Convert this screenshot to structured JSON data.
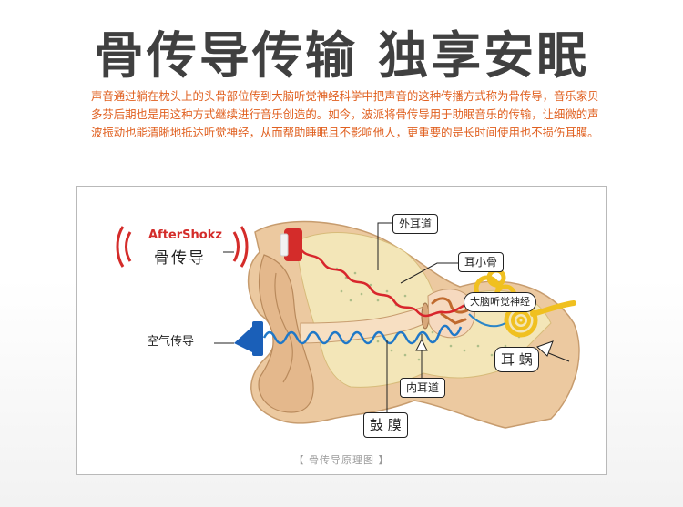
{
  "headline": "骨传导传输 独享安眠",
  "intro": "声音通过躺在枕头上的头骨部位传到大脑听觉神经科学中把声音的这种传播方式称为骨传导，音乐家贝多芬后期也是用这种方式继续进行音乐创造的。如今，波派将骨传导用于助眠音乐的传输，让细微的声波振动也能清晰地抵达听觉神经，从而帮助睡眠且不影响他人，更重要的是长时间使用也不损伤耳膜。",
  "diagram": {
    "brand": "AfterShokz",
    "bone_conduction_label": "骨传导",
    "air_conduction_label": "空气传导",
    "outer_ear_canal_label": "外耳道",
    "ossicles_label": "耳小骨",
    "auditory_nerve_label": "大脑听觉神经",
    "cochlea_label": "耳 蜗",
    "inner_ear_canal_label": "内耳道",
    "eardrum_label": "鼓 膜",
    "caption": "【 骨传导原理图 】",
    "colors": {
      "bone_wave": "#d8262c",
      "air_wave": "#1f78c8",
      "speaker_red": "#d42c2a",
      "speaker_blue": "#1a5fb8",
      "skin": "#ecc9a0",
      "bone": "#f3e6b8",
      "cochlea": "#f0c020"
    }
  }
}
